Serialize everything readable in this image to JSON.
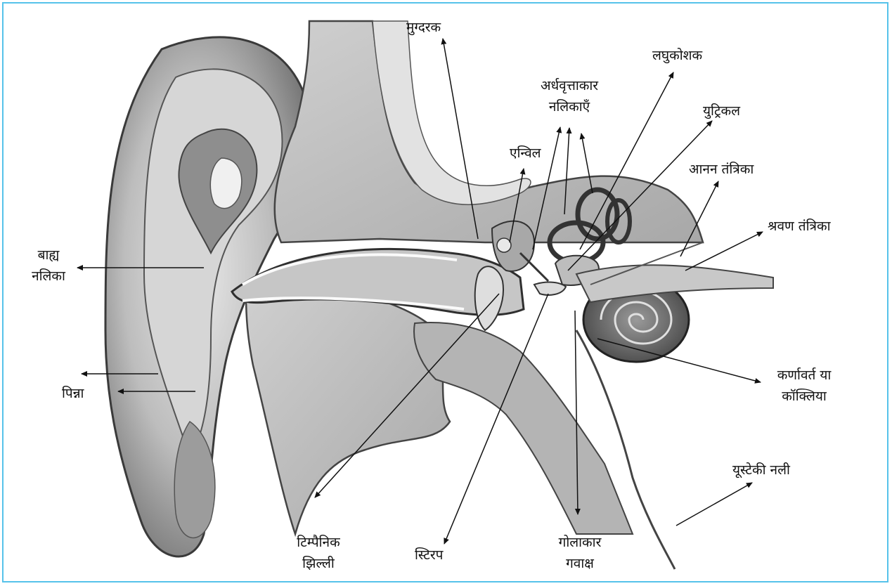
{
  "labels": {
    "mugdarak": "मुग्दरक",
    "laghukoshak": "लघुकोशक",
    "ardhvrittakar_1": "अर्धवृत्ताकार",
    "ardhvrittakar_2": "नलिकाएँ",
    "utricle": "युट्रिकल",
    "anvil": "एन्विल",
    "facial_nerve": "आनन तंत्रिका",
    "auditory_nerve": "श्रवण तंत्रिका",
    "ext_canal_1": "बाह्य",
    "ext_canal_2": "नलिका",
    "pinna": "पिन्ना",
    "cochlea_1": "कर्णावर्त या",
    "cochlea_2": "कॉक्लिया",
    "eustachian": "यूस्टेकी नली",
    "tympanic_1": "टिम्पैनिक",
    "tympanic_2": "झिल्ली",
    "stirrup": "स्टिरप",
    "round_window_1": "गोलाकार",
    "round_window_2": "गवाक्ष"
  },
  "colors": {
    "border": "#56c2ea",
    "ink": "#111111",
    "shade": "#9a9a9a"
  }
}
